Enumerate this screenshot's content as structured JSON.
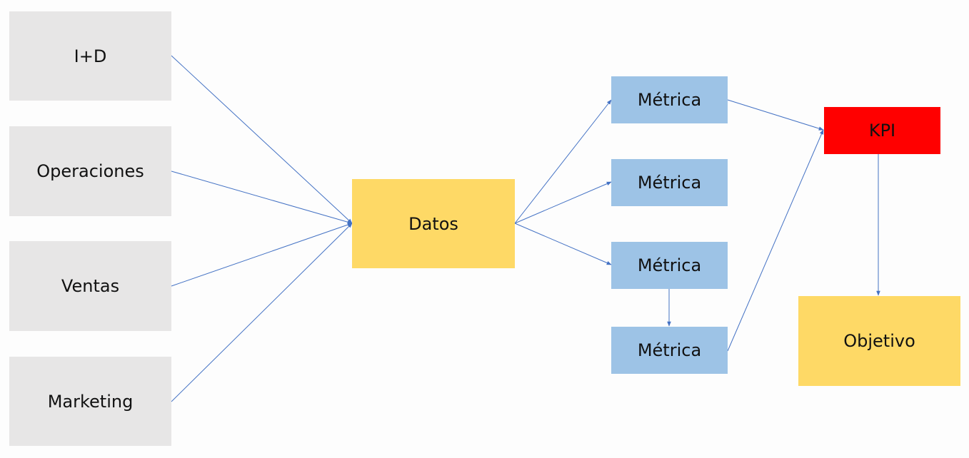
{
  "sources": [
    {
      "id": "id",
      "label": "I+D"
    },
    {
      "id": "operaciones",
      "label": "Operaciones"
    },
    {
      "id": "ventas",
      "label": "Ventas"
    },
    {
      "id": "marketing",
      "label": "Marketing"
    }
  ],
  "hub": {
    "label": "Datos"
  },
  "metrics": [
    {
      "label": "Métrica"
    },
    {
      "label": "Métrica"
    },
    {
      "label": "Métrica"
    },
    {
      "label": "Métrica"
    }
  ],
  "kpi": {
    "label": "KPI"
  },
  "goal": {
    "label": "Objetivo"
  },
  "colors": {
    "source_box": "#e7e6e6",
    "data_box": "#fed966",
    "metric_box": "#9dc3e6",
    "kpi_box": "#ff0000",
    "goal_box": "#fed966",
    "connector": "#4472c4"
  }
}
